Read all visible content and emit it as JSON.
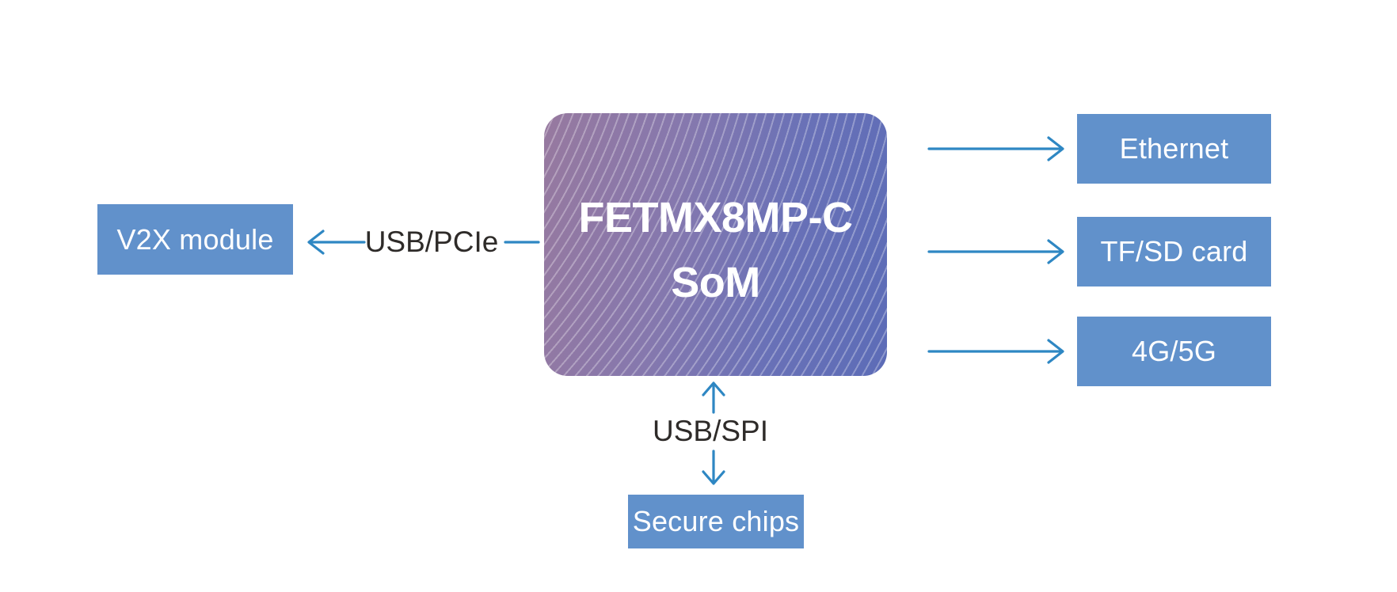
{
  "som": {
    "name_line1": "FETMX8MP-C",
    "name_line2": "SoM"
  },
  "peripherals": {
    "v2x": "V2X module",
    "ethernet": "Ethernet",
    "tf_sd": "TF/SD card",
    "cellular": "4G/5G",
    "secure": "Secure chips"
  },
  "interfaces": {
    "usb_pcie": "USB/PCIe",
    "usb_spi": "USB/SPI"
  },
  "connections": [
    {
      "from": "som",
      "to": "v2x",
      "label": "USB/PCIe",
      "direction": "out"
    },
    {
      "from": "som",
      "to": "ethernet",
      "label": "",
      "direction": "out"
    },
    {
      "from": "som",
      "to": "tf_sd",
      "label": "",
      "direction": "out"
    },
    {
      "from": "som",
      "to": "cellular",
      "label": "",
      "direction": "out"
    },
    {
      "from": "som",
      "to": "secure",
      "label": "USB/SPI",
      "direction": "bidirectional"
    }
  ],
  "colors": {
    "background": "#ffffff",
    "peripheral-box-fill": "#6191cb",
    "peripheral-label-text": "#ffffff",
    "arrow": "#2e87c3",
    "interface-label-text": "#2e2b29",
    "som-gradient-left": "#97799f",
    "som-gradient-mid1": "#8578ae",
    "som-gradient-mid2": "#6971b7",
    "som-gradient-right": "#5c6cb7",
    "som-text": "#ffffff"
  }
}
